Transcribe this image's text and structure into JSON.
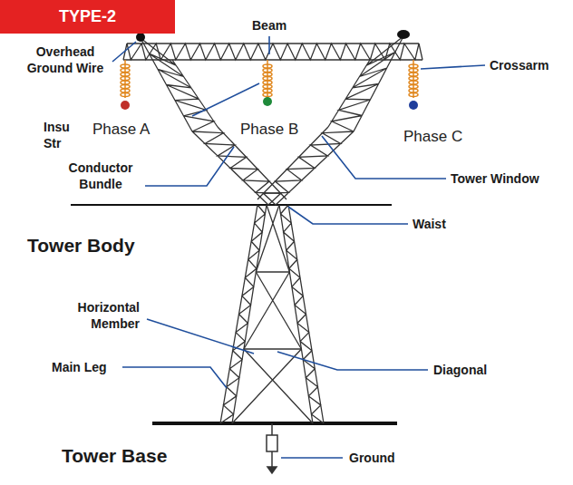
{
  "diagram": {
    "nodes": [
      {
        "text": [
          "TYPE-2"
        ]
      }
    ],
    "labels": [
      "Overhead Ground Wire",
      "Beam",
      "Crossarm",
      "Insu",
      "Str",
      "Phase A",
      "Phase B",
      "Phase C",
      "Conductor Bundle",
      "Tower Window",
      "Waist",
      "Tower Body",
      "Horizontal Member",
      "Main Leg",
      "Diagonal",
      "Tower Base",
      "Ground"
    ]
  }
}
